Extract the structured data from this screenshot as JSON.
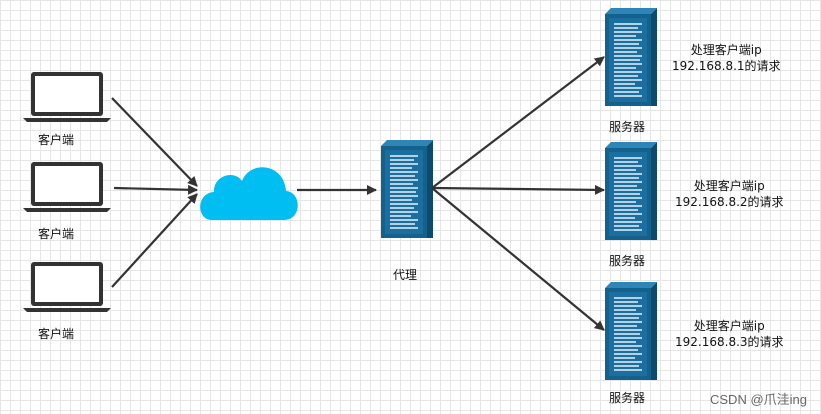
{
  "colors": {
    "cloud": "#00bdf2",
    "server_front": "#14628c",
    "server_side": "#0d4a6b",
    "arrow": "#333333",
    "laptop": "#333333"
  },
  "clients": [
    {
      "label": "客户端",
      "icon": "laptop-icon"
    },
    {
      "label": "客户端",
      "icon": "laptop-icon"
    },
    {
      "label": "客户端",
      "icon": "laptop-icon"
    }
  ],
  "cloud": {
    "icon": "cloud-icon"
  },
  "proxy": {
    "label": "代理",
    "icon": "server-icon"
  },
  "servers": [
    {
      "label": "服务器",
      "request_line1": "处理客户端ip",
      "request_line2": "192.168.8.1的请求",
      "icon": "server-icon"
    },
    {
      "label": "服务器",
      "request_line1": "处理客户端ip",
      "request_line2": "192.168.8.2的请求",
      "icon": "server-icon"
    },
    {
      "label": "服务器",
      "request_line1": "处理客户端ip",
      "request_line2": "192.168.8.3的请求",
      "icon": "server-icon"
    }
  ],
  "watermark": "CSDN @爪洼ing"
}
